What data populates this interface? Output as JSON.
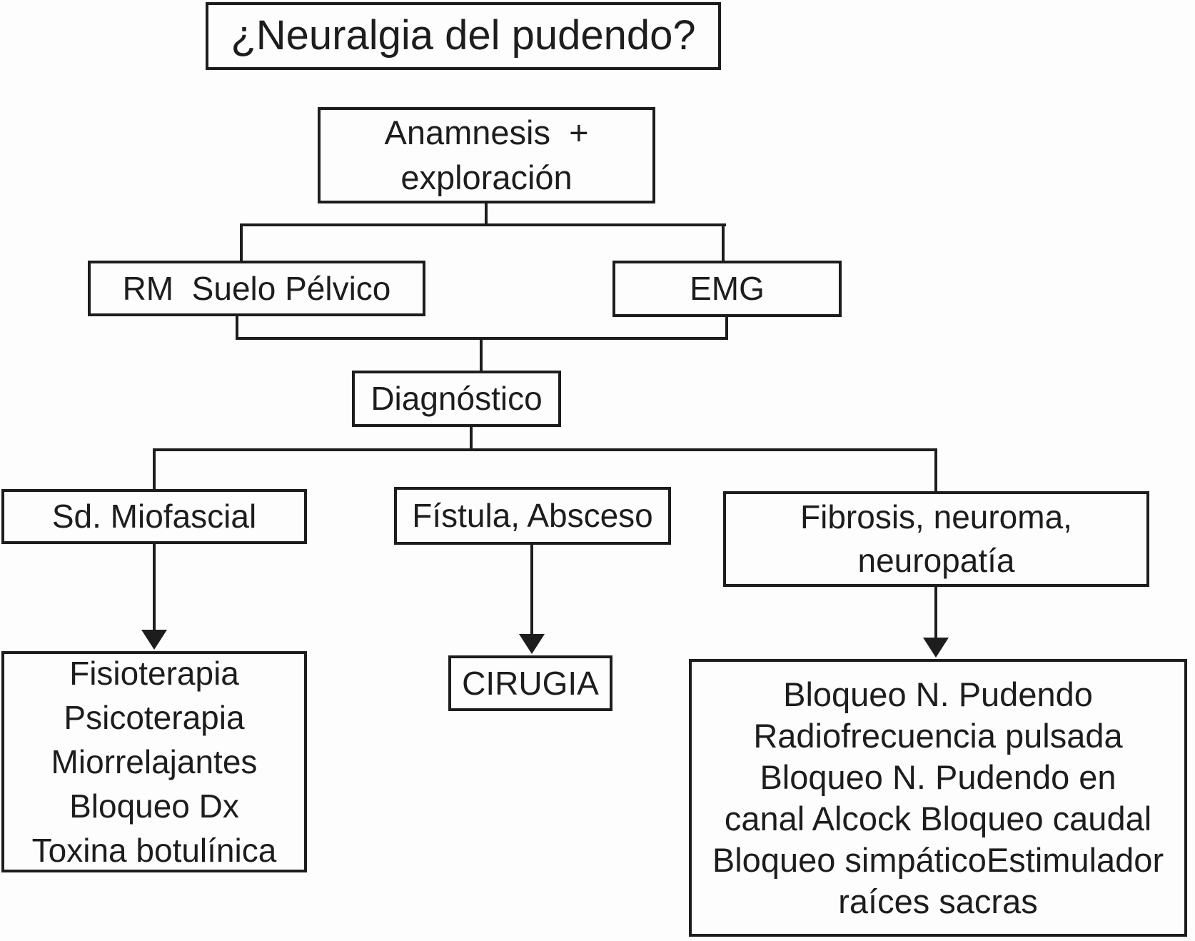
{
  "diagram": {
    "title": "¿Neuralgia del pudendo?",
    "nodes": {
      "anamnesis": "Anamnesis  +\nexploración",
      "rm": "RM  Suelo Pélvico",
      "emg": "EMG",
      "diagnostico": "Diagnóstico",
      "miofascial": "Sd. Miofascial",
      "fistula": "Fístula, Absceso",
      "fibrosis": "Fibrosis, neuroma,\nneuropatía",
      "miofascial_treatment": "Fisioterapia\nPsicoterapia\nMiorrelajantes\nBloqueo Dx\nToxina botulínica",
      "cirugia": "CIRUGIA",
      "fibrosis_treatment": "Bloqueo N. Pudendo\nRadiofrecuencia pulsada\nBloqueo N. Pudendo en\ncanal Alcock Bloqueo caudal\nBloqueo simpáticoEstimulador\nraíces sacras"
    },
    "colors": {
      "line": "#1d1d1d",
      "background": "#fdfdfd",
      "text": "#1d1d1d"
    }
  }
}
